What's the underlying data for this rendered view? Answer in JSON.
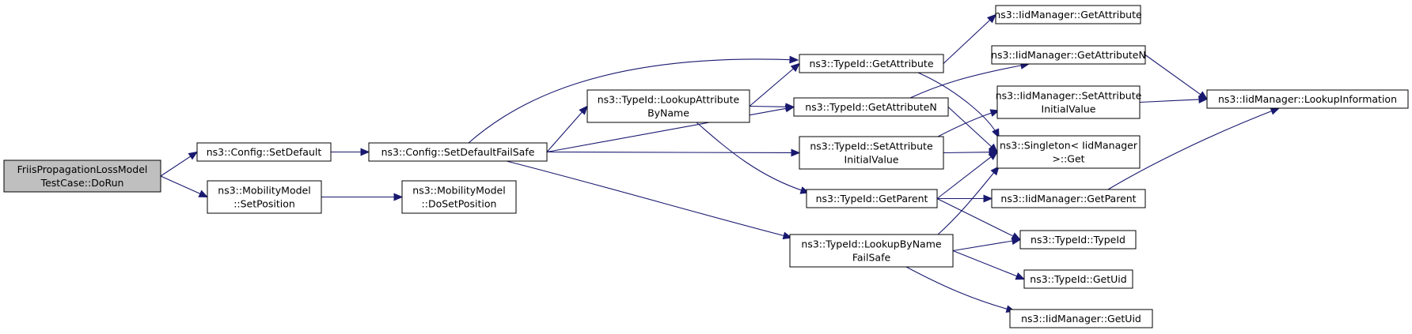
{
  "nodes": [
    {
      "id": "n0",
      "lines": [
        "FriisPropagationLossModel",
        "TestCase::DoRun"
      ],
      "root": true
    },
    {
      "id": "n1",
      "lines": [
        "ns3::Config::SetDefault"
      ]
    },
    {
      "id": "n2",
      "lines": [
        "ns3::MobilityModel",
        "::SetPosition"
      ]
    },
    {
      "id": "n3",
      "lines": [
        "ns3::Config::SetDefaultFailSafe"
      ]
    },
    {
      "id": "n4",
      "lines": [
        "ns3::MobilityModel",
        "::DoSetPosition"
      ]
    },
    {
      "id": "n5",
      "lines": [
        "ns3::TypeId::LookupAttribute",
        "ByName"
      ]
    },
    {
      "id": "n6",
      "lines": [
        "ns3::TypeId::GetAttribute"
      ]
    },
    {
      "id": "n7",
      "lines": [
        "ns3::TypeId::GetAttributeN"
      ]
    },
    {
      "id": "n8",
      "lines": [
        "ns3::TypeId::SetAttribute",
        "InitialValue"
      ]
    },
    {
      "id": "n9",
      "lines": [
        "ns3::TypeId::GetParent"
      ]
    },
    {
      "id": "n10",
      "lines": [
        "ns3::TypeId::LookupByName",
        "FailSafe"
      ]
    },
    {
      "id": "n11",
      "lines": [
        "ns3::IidManager::GetAttribute"
      ]
    },
    {
      "id": "n12",
      "lines": [
        "ns3::IidManager::GetAttributeN"
      ]
    },
    {
      "id": "n13",
      "lines": [
        "ns3::IidManager::SetAttribute",
        "InitialValue"
      ]
    },
    {
      "id": "n14",
      "lines": [
        "ns3::Singleton< IidManager",
        " >::Get"
      ]
    },
    {
      "id": "n15",
      "lines": [
        "ns3::IidManager::GetParent"
      ]
    },
    {
      "id": "n16",
      "lines": [
        "ns3::TypeId::TypeId"
      ]
    },
    {
      "id": "n17",
      "lines": [
        "ns3::TypeId::GetUid"
      ]
    },
    {
      "id": "n18",
      "lines": [
        "ns3::IidManager::GetUid"
      ]
    },
    {
      "id": "n19",
      "lines": [
        "ns3::IidManager::LookupInformation"
      ]
    }
  ],
  "edges": [
    {
      "from": "n0",
      "to": "n1"
    },
    {
      "from": "n0",
      "to": "n2"
    },
    {
      "from": "n1",
      "to": "n3"
    },
    {
      "from": "n2",
      "to": "n4"
    },
    {
      "from": "n3",
      "to": "n6"
    },
    {
      "from": "n3",
      "to": "n5"
    },
    {
      "from": "n3",
      "to": "n7"
    },
    {
      "from": "n3",
      "to": "n8"
    },
    {
      "from": "n3",
      "to": "n10"
    },
    {
      "from": "n5",
      "to": "n6"
    },
    {
      "from": "n5",
      "to": "n7"
    },
    {
      "from": "n5",
      "to": "n9"
    },
    {
      "from": "n6",
      "to": "n11"
    },
    {
      "from": "n6",
      "to": "n14"
    },
    {
      "from": "n7",
      "to": "n12"
    },
    {
      "from": "n7",
      "to": "n14"
    },
    {
      "from": "n8",
      "to": "n13"
    },
    {
      "from": "n8",
      "to": "n14"
    },
    {
      "from": "n9",
      "to": "n14"
    },
    {
      "from": "n9",
      "to": "n15"
    },
    {
      "from": "n9",
      "to": "n16"
    },
    {
      "from": "n10",
      "to": "n14"
    },
    {
      "from": "n10",
      "to": "n16"
    },
    {
      "from": "n10",
      "to": "n17"
    },
    {
      "from": "n10",
      "to": "n18"
    },
    {
      "from": "n12",
      "to": "n19"
    },
    {
      "from": "n13",
      "to": "n19"
    },
    {
      "from": "n15",
      "to": "n19"
    }
  ]
}
